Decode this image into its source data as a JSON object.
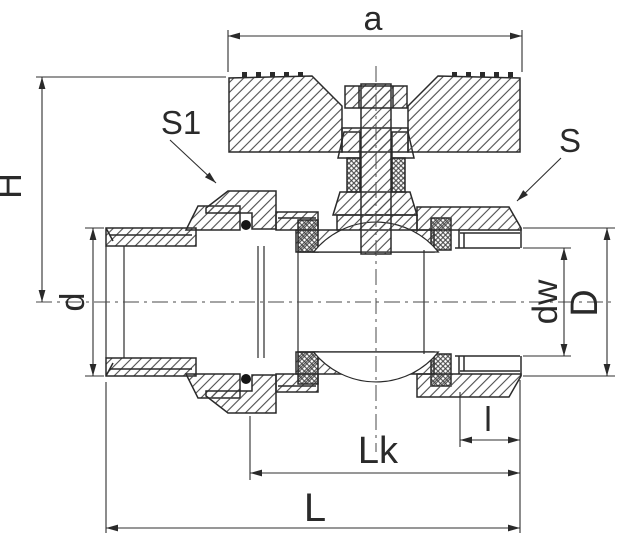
{
  "drawing": {
    "dimensions": {
      "handle_width": "a",
      "height": "H",
      "left_thread_diameter": "d",
      "union_nut_wrench_size": "S1",
      "hex_wrench_size": "S",
      "socket_inner_diameter": "dw",
      "socket_outer_diameter": "D",
      "thread_length": "l",
      "body_length": "Lk",
      "overall_length": "L"
    },
    "colors": {
      "background": "#ffffff",
      "line": "#2a2a2a",
      "hatch": "#4d4d4d"
    }
  }
}
